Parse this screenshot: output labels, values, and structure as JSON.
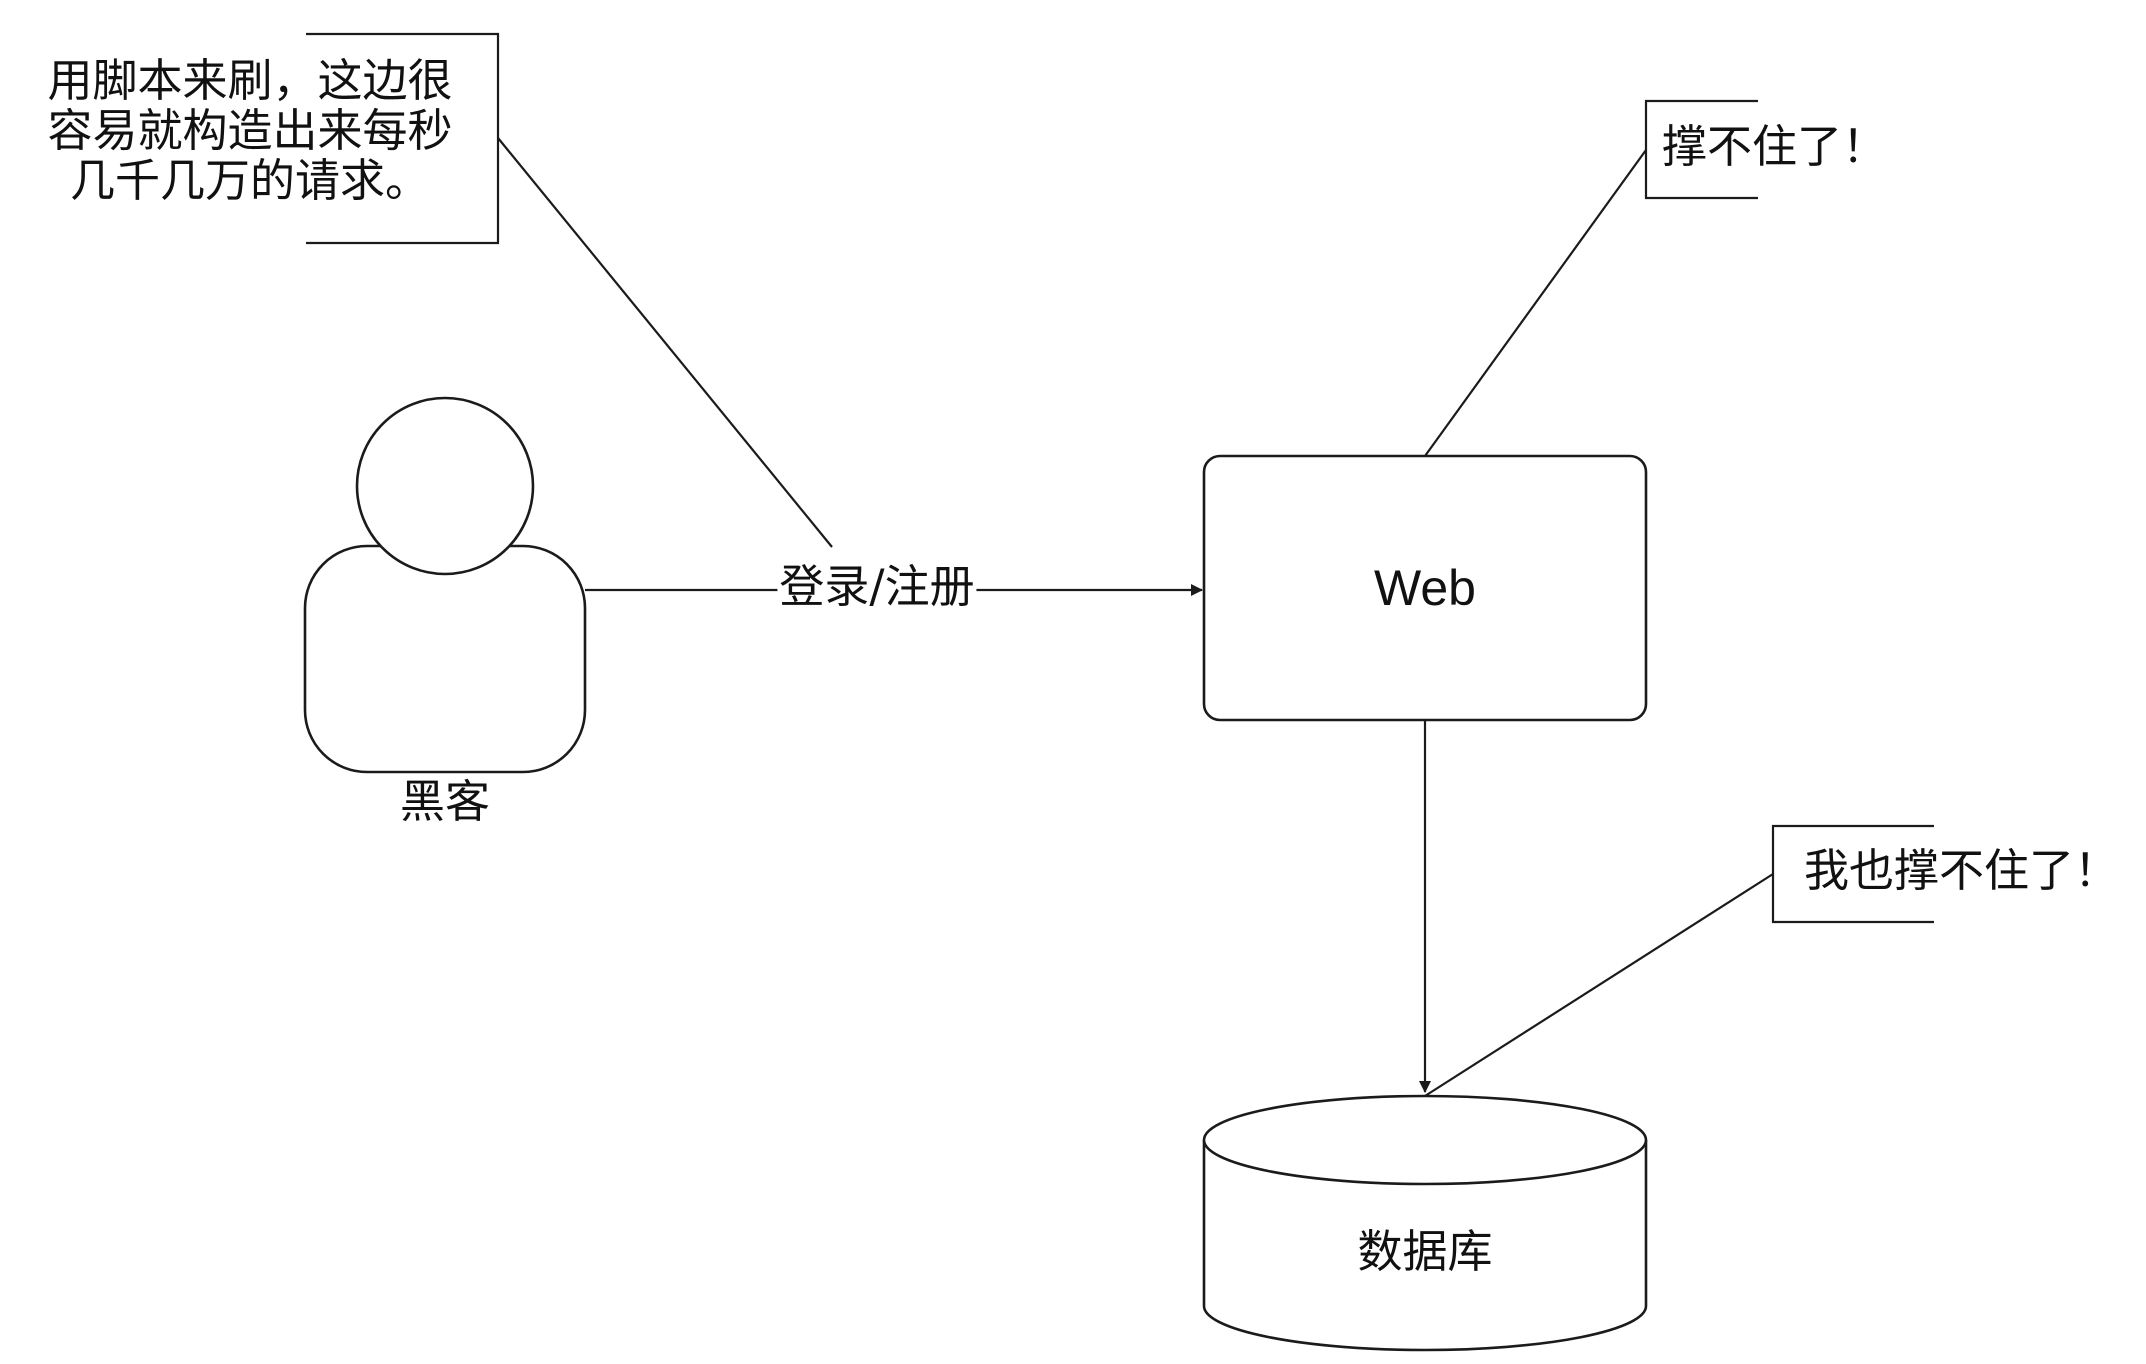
{
  "actor": {
    "label": "黑客"
  },
  "web_node": {
    "label": "Web"
  },
  "database_node": {
    "label": "数据库"
  },
  "edges": {
    "actor_to_web_label": "登录/注册"
  },
  "notes": {
    "script_attack": [
      "用脚本来刷，这边很",
      "容易就构造出来每秒",
      "几千几万的请求。"
    ],
    "web_overloaded": "撑不住了！",
    "db_overloaded": "我也撑不住了！"
  }
}
